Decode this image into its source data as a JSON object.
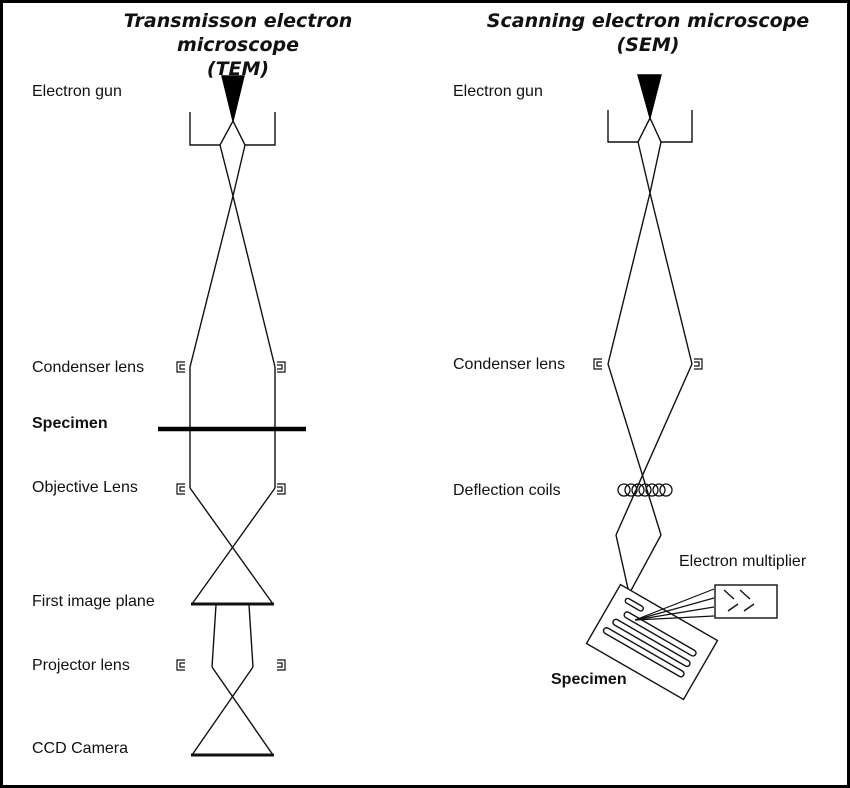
{
  "diagrams": {
    "tem": {
      "title_line1": "Transmisson electron microscope",
      "title_line2": "(TEM)",
      "labels": {
        "electron_gun": "Electron gun",
        "condenser_lens": "Condenser lens",
        "specimen": "Specimen",
        "objective_lens": "Objective Lens",
        "first_image_plane": "First image plane",
        "projector_lens": "Projector lens",
        "ccd_camera": "CCD Camera"
      }
    },
    "sem": {
      "title_line1": "Scanning electron microscope",
      "title_line2": "(SEM)",
      "labels": {
        "electron_gun": "Electron gun",
        "condenser_lens": "Condenser lens",
        "deflection_coils": "Deflection coils",
        "electron_multiplier": "Electron multiplier",
        "specimen": "Specimen"
      }
    }
  },
  "colors": {
    "line": "#111111",
    "background": "#ffffff",
    "border": "#000000"
  }
}
